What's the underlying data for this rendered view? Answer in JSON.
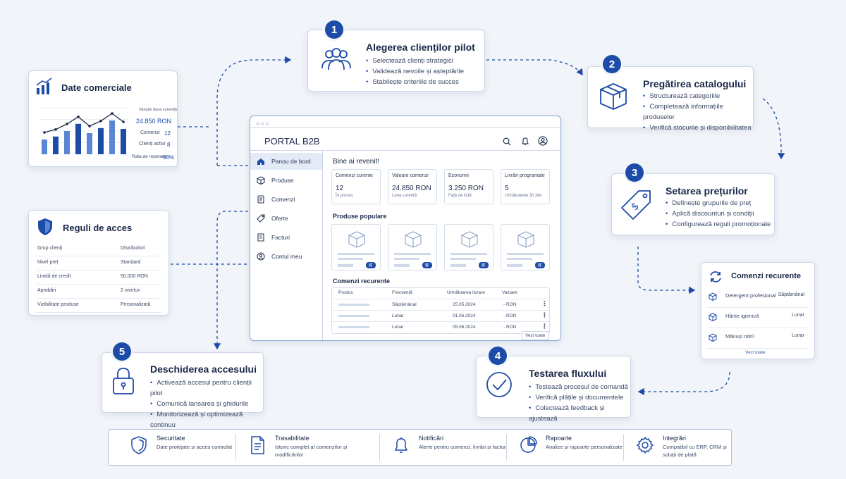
{
  "steps": [
    {
      "number": "1",
      "title": "Alegerea clienților pilot",
      "bullets": [
        "Selectează clienți strategici",
        "Validează nevoile și așteptările",
        "Stabilește criteriile de succes"
      ]
    },
    {
      "number": "2",
      "title": "Pregătirea catalogului",
      "bullets": [
        "Structurează categoriile",
        "Completează informațiile produselor",
        "Verifică stocurile și disponibilitatea"
      ]
    },
    {
      "number": "3",
      "title": "Setarea prețurilor",
      "bullets": [
        "Definește grupurile de preț",
        "Aplică discounturi și condiții",
        "Configurează reguli promoționale"
      ]
    },
    {
      "number": "4",
      "title": "Testarea fluxului",
      "bullets": [
        "Testează procesul de comandă",
        "Verifică plățile și documentele",
        "Colectează feedback și ajustează"
      ]
    },
    {
      "number": "5",
      "title": "Deschiderea accesului",
      "bullets": [
        "Activează accesul pentru clienții pilot",
        "Comunică lansarea și ghidurile",
        "Monitorizează și optimizează continuu"
      ]
    }
  ],
  "sales": {
    "title": "Date comerciale",
    "sales_label": "Vânzări (luna curentă)",
    "sales_value": "24.850 RON",
    "orders_label": "Comenzi",
    "orders_value": "12",
    "clients_label": "Clienți activi",
    "clients_value": "8",
    "repeat_label": "Rata de repetare",
    "repeat_value": "68%",
    "bars": [
      0.35,
      0.42,
      0.55,
      0.72,
      0.5,
      0.62,
      0.8,
      0.6
    ]
  },
  "access": {
    "title": "Reguli de acces",
    "rows": [
      {
        "label": "Grup clienți",
        "value": "Distribuitori"
      },
      {
        "label": "Nivel preț",
        "value": "Standard"
      },
      {
        "label": "Limită de credit",
        "value": "50.000 RON"
      },
      {
        "label": "Aprobări",
        "value": "2 niveluri"
      },
      {
        "label": "Vizibilitate produse",
        "value": "Personalizată"
      }
    ]
  },
  "portal": {
    "title": "PORTAL B2B",
    "nav": [
      "Panou de bord",
      "Produse",
      "Comenzi",
      "Oferte",
      "Facturi",
      "Contul meu"
    ],
    "welcome": "Bine ai revenit!",
    "kpis": [
      {
        "label": "Comenzi curente",
        "value": "12",
        "sub": "În proces"
      },
      {
        "label": "Valoare comenzi",
        "value": "24.850 RON",
        "sub": "Luna curentă"
      },
      {
        "label": "Economii",
        "value": "3.250 RON",
        "sub": "Față de listă"
      },
      {
        "label": "Livrări programate",
        "value": "5",
        "sub": "Următoarele 30 zile"
      }
    ],
    "popular_title": "Produse populare",
    "recurring_title": "Comenzi recurente",
    "table_headers": [
      "Produs",
      "Frecvență",
      "Următoarea livrare",
      "Valoare"
    ],
    "table_rows": [
      {
        "freq": "Săptămânal",
        "date": "25.05.2024",
        "value": "- RON"
      },
      {
        "freq": "Lunar",
        "date": "01.06.2024",
        "value": "- RON"
      },
      {
        "freq": "Lunar",
        "date": "05.06.2024",
        "value": "- RON"
      }
    ],
    "see_all": "Vezi toate"
  },
  "recurring": {
    "title": "Comenzi recurente",
    "items": [
      {
        "name": "Detergent profesional",
        "freq": "Săptămânal"
      },
      {
        "name": "Hârtie igienică",
        "freq": "Lunar"
      },
      {
        "name": "Mănuși nitril",
        "freq": "Lunar"
      }
    ],
    "see_all": "Vezi toate"
  },
  "footer": [
    {
      "title": "Securitate",
      "desc": "Date protejate și acces controlat",
      "icon": "shield-icon"
    },
    {
      "title": "Trasabilitate",
      "desc": "Istoric complet al comenzilor și modificărilor",
      "icon": "document-icon"
    },
    {
      "title": "Notificări",
      "desc": "Alerte pentru comenzi, livrări și facturi",
      "icon": "bell-icon"
    },
    {
      "title": "Rapoarte",
      "desc": "Analize și rapoarte personalizate",
      "icon": "pie-chart-icon"
    },
    {
      "title": "Integrări",
      "desc": "Compatibil cu ERP, CRM și soluții de plată",
      "icon": "gear-icon"
    }
  ],
  "colors": {
    "accent": "#1d4ba8",
    "background": "#f1f4f9",
    "card_border": "#cdd6e6"
  }
}
